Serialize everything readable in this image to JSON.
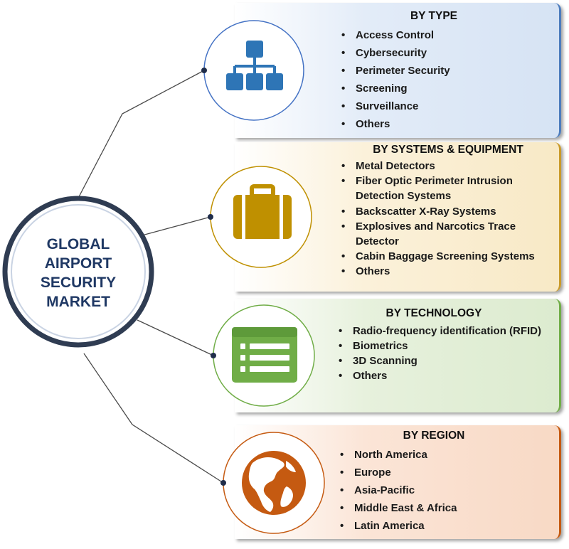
{
  "center": {
    "lines": [
      "GLOBAL",
      "AIRPORT",
      "SECURITY",
      "MARKET"
    ]
  },
  "sections": [
    {
      "title": "BY TYPE",
      "icon": "hierarchy-icon",
      "color": "#2e75b6",
      "items": [
        "Access Control",
        "Cybersecurity",
        "Perimeter Security",
        "Screening",
        "Surveillance",
        "Others"
      ]
    },
    {
      "title": "BY SYSTEMS & EQUIPMENT",
      "icon": "briefcase-icon",
      "color": "#bf9000",
      "items": [
        "Metal Detectors",
        "Fiber Optic Perimeter Intrusion Detection Systems",
        "Backscatter X-Ray Systems",
        "Explosives and Narcotics Trace Detector",
        "Cabin Baggage Screening Systems",
        "Others"
      ]
    },
    {
      "title": "BY TECHNOLOGY",
      "icon": "list-window-icon",
      "color": "#70ad47",
      "items": [
        "Radio-frequency identification (RFID)",
        "Biometrics",
        "3D Scanning",
        "Others"
      ]
    },
    {
      "title": "BY REGION",
      "icon": "globe-icon",
      "color": "#c55a11",
      "items": [
        "North America",
        "Europe",
        "Asia-Pacific",
        "Middle East & Africa",
        "Latin America"
      ]
    }
  ]
}
